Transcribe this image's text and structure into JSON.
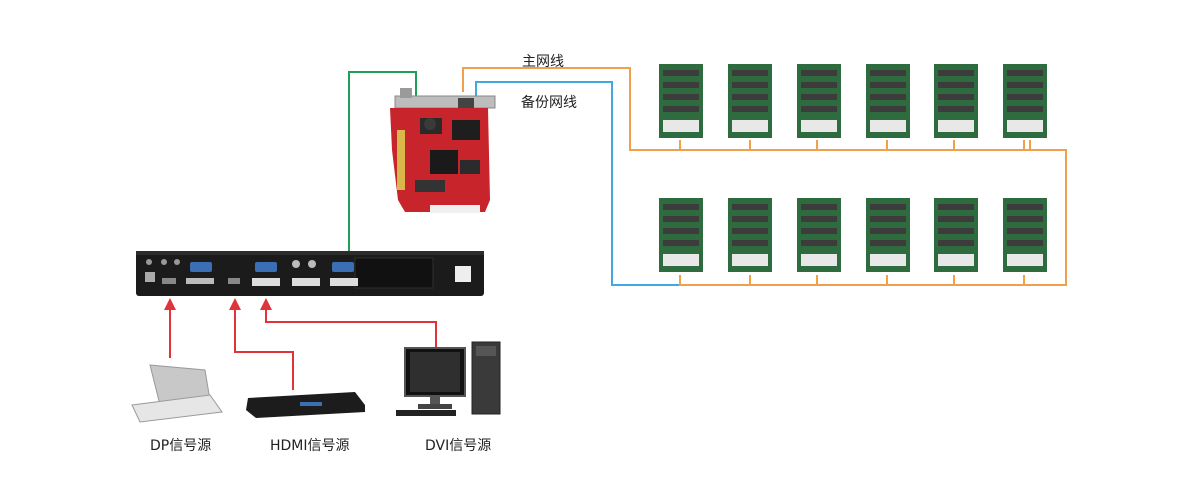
{
  "labels": {
    "main_cable": "主网线",
    "backup_cable": "备份网线",
    "dp_source": "DP信号源",
    "hdmi_source": "HDMI信号源",
    "dvi_source": "DVI信号源"
  },
  "colors": {
    "main_cable": "#f0a04b",
    "backup_cable": "#3fa9e0",
    "link_cable": "#1e9e56",
    "signal_cable": "#e0343a",
    "receiver_pcb": "#2e6b3e",
    "sender_pcb": "#c8242b",
    "processor_body": "#1b1b1b"
  },
  "devices": {
    "processor": "video-processor",
    "sender_card": "sending-card",
    "receiver_cards_rows": 2,
    "receiver_cards_per_row": 6,
    "sources": [
      "laptop",
      "media-player",
      "desktop-pc"
    ]
  }
}
